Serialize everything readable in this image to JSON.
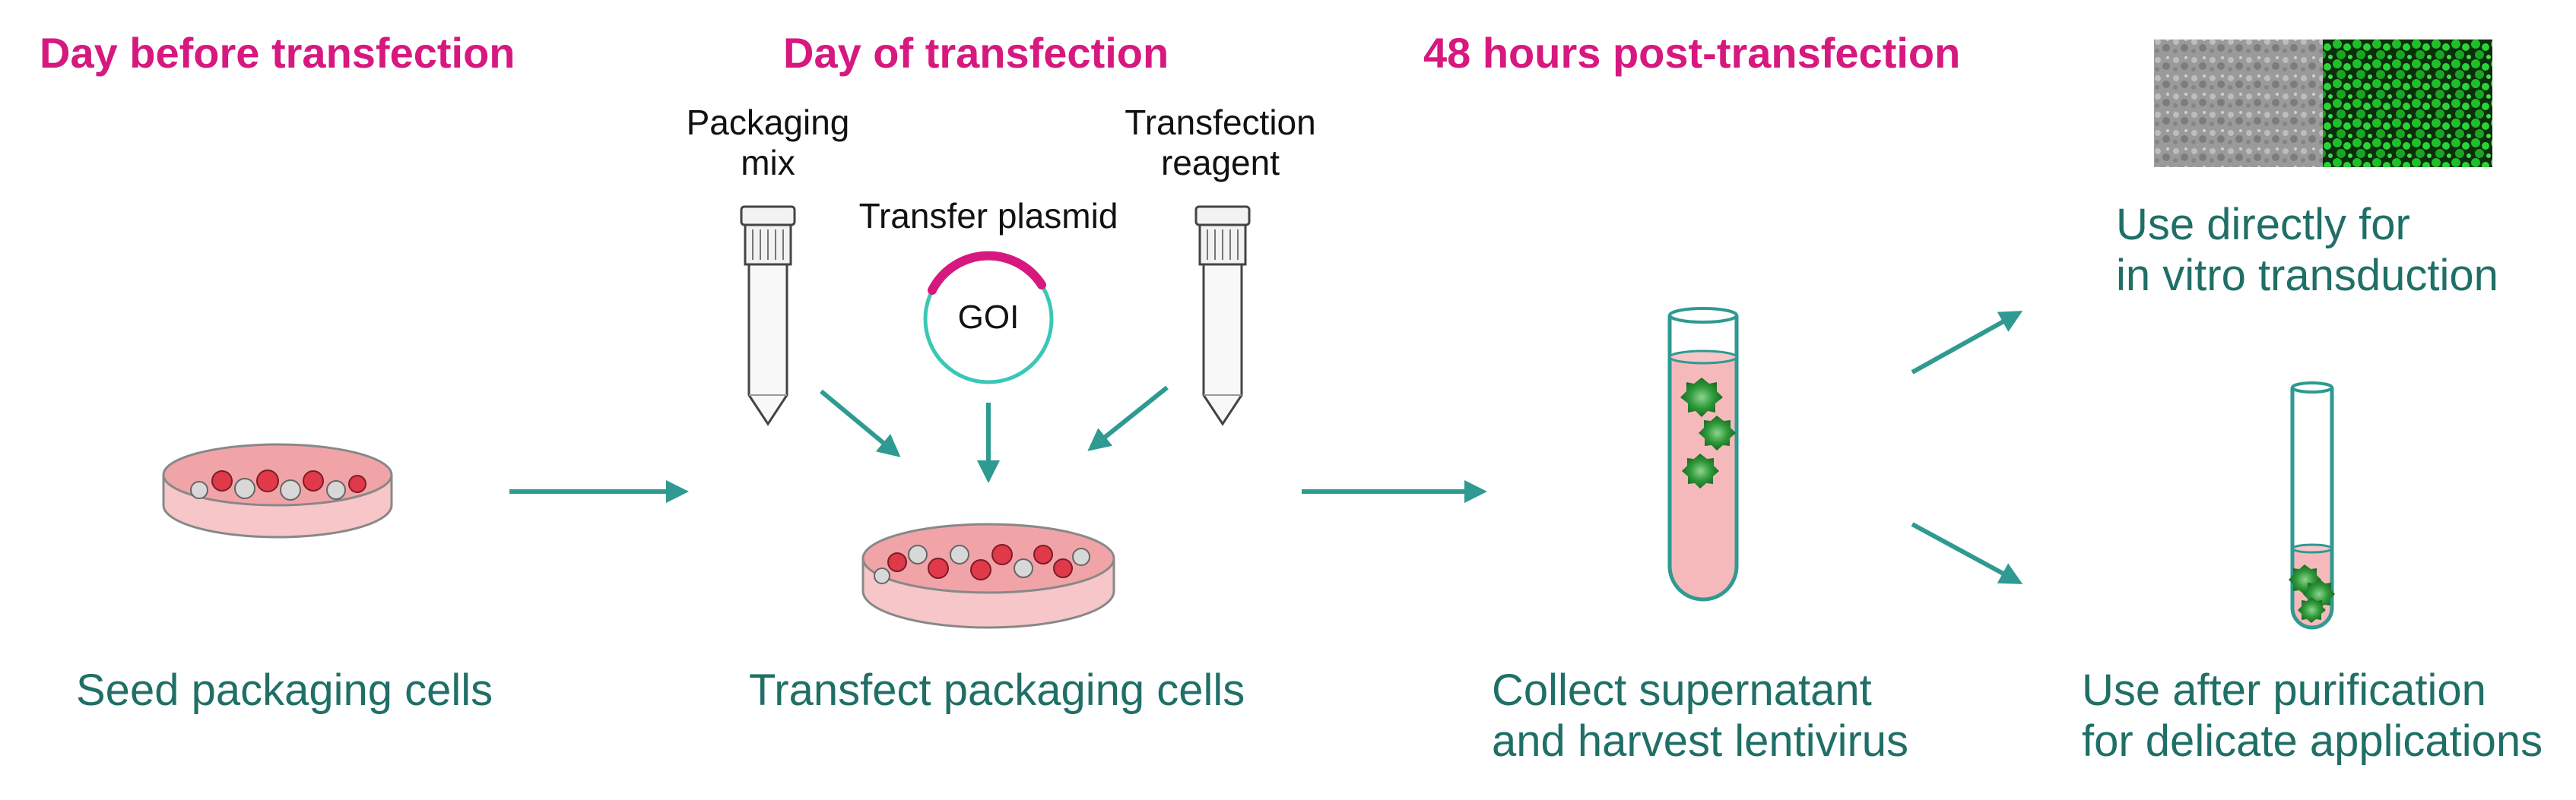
{
  "phases": {
    "day_before": "Day before transfection",
    "day_of": "Day of transfection",
    "post": "48 hours post-transfection"
  },
  "steps": {
    "seed": "Seed packaging cells",
    "transfect": "Transfect packaging cells",
    "collect_1": "Collect supernatant",
    "collect_2": "and harvest lentivirus",
    "direct_1": "Use directly for",
    "direct_2": "in vitro transduction",
    "purify_1": "Use after purification",
    "purify_2": "for delicate applications"
  },
  "inputs": {
    "packaging_1": "Packaging",
    "packaging_2": "mix",
    "plasmid": "Transfer plasmid",
    "goi": "GOI",
    "reagent_1": "Transfection",
    "reagent_2": "reagent"
  },
  "colors": {
    "accent_magenta": "#d6187f",
    "teal": "#2e9a91",
    "label_green": "#1f6f66",
    "medium_pink": "#f4b5b8",
    "cell_red": "#e0394a",
    "virus_green": "#2f9a3a"
  }
}
